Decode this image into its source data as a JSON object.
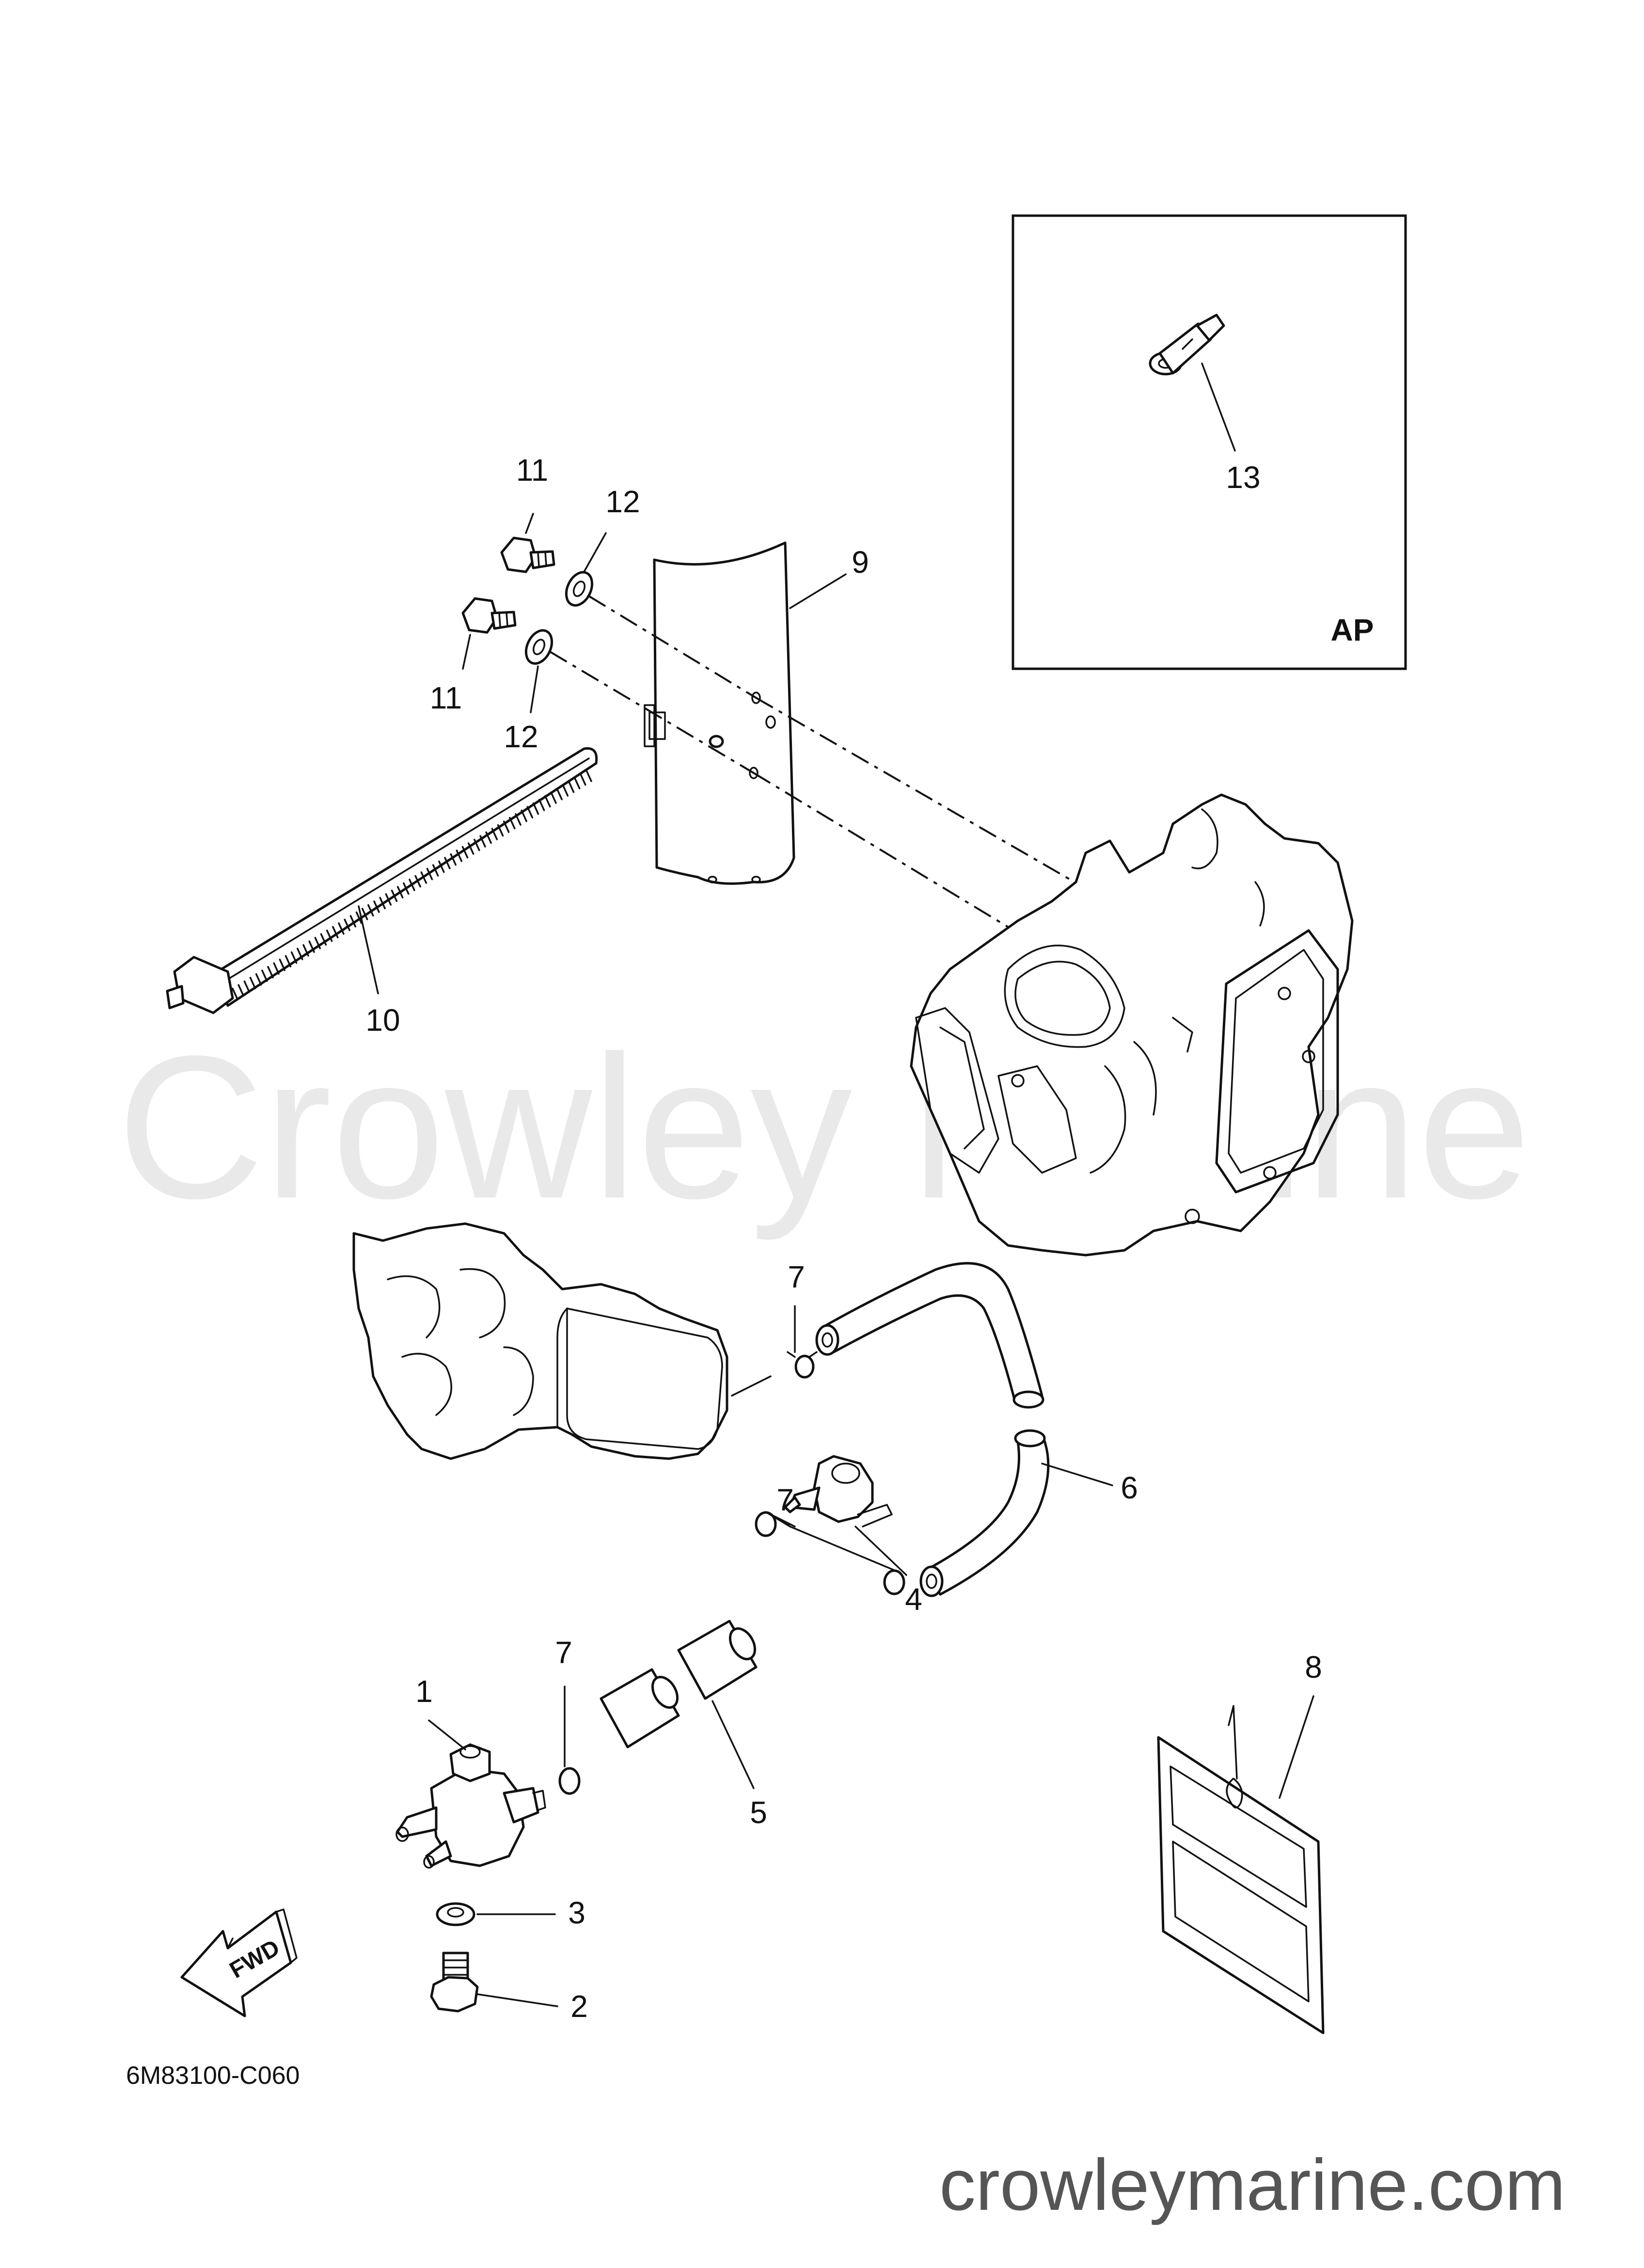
{
  "diagram": {
    "part_code": "6M83100-C060",
    "inset_label": "AP",
    "fwd_label": "FWD",
    "callouts": {
      "c1": "1",
      "c2": "2",
      "c3": "3",
      "c4": "4",
      "c5": "5",
      "c6": "6",
      "c7a": "7",
      "c7b": "7",
      "c7c": "7",
      "c8": "8",
      "c9": "9",
      "c10": "10",
      "c11a": "11",
      "c11b": "11",
      "c12a": "12",
      "c12b": "12",
      "c13": "13"
    }
  },
  "watermark": {
    "text": "Crowley Marine"
  },
  "footer": {
    "site": "crowleymarine.com"
  }
}
